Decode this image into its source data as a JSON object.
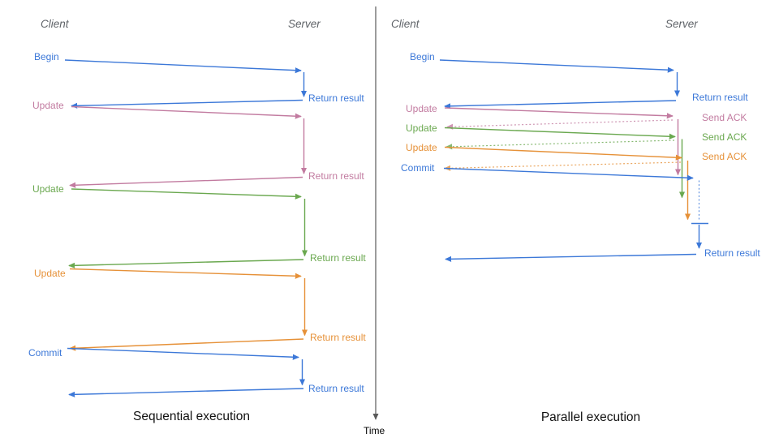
{
  "colors": {
    "blue": "#3c78d8",
    "magenta": "#c27ba0",
    "green": "#6aa84f",
    "orange": "#e69138",
    "axis_gray": "#595959",
    "header_gray": "#5f6368",
    "caption_black": "#111111"
  },
  "time_axis": {
    "label": "Time"
  },
  "left": {
    "caption": "Sequential execution",
    "client_header": "Client",
    "server_header": "Server",
    "client_messages": [
      {
        "label": "Begin",
        "color": "blue"
      },
      {
        "label": "Update",
        "color": "magenta"
      },
      {
        "label": "Update",
        "color": "green"
      },
      {
        "label": "Update",
        "color": "orange"
      },
      {
        "label": "Commit",
        "color": "blue"
      }
    ],
    "server_messages": [
      {
        "label": "Return result",
        "color": "blue"
      },
      {
        "label": "Return result",
        "color": "magenta"
      },
      {
        "label": "Return result",
        "color": "green"
      },
      {
        "label": "Return result",
        "color": "orange"
      },
      {
        "label": "Return result",
        "color": "blue"
      }
    ]
  },
  "right": {
    "caption": "Parallel execution",
    "client_header": "Client",
    "server_header": "Server",
    "client_messages": [
      {
        "label": "Begin",
        "color": "blue"
      },
      {
        "label": "Update",
        "color": "magenta"
      },
      {
        "label": "Update",
        "color": "green"
      },
      {
        "label": "Update",
        "color": "orange"
      },
      {
        "label": "Commit",
        "color": "blue"
      }
    ],
    "server_messages": [
      {
        "label": "Return result",
        "color": "blue"
      },
      {
        "label": "Send ACK",
        "color": "magenta"
      },
      {
        "label": "Send ACK",
        "color": "green"
      },
      {
        "label": "Send ACK",
        "color": "orange"
      },
      {
        "label": "Return result",
        "color": "blue"
      }
    ]
  }
}
